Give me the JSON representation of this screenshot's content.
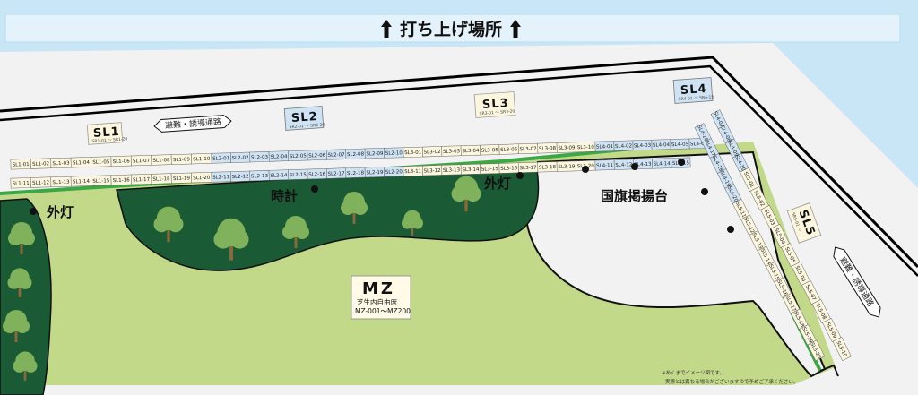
{
  "banner": {
    "text": "打ち上げ場所"
  },
  "places": {
    "clock": "時計",
    "light_left": "外灯",
    "light_center": "外灯",
    "flag_stand": "国旗掲揚台"
  },
  "mz": {
    "title": "MZ",
    "sub": "芝生内自由席",
    "range": "MZ-001～MZ200"
  },
  "sections": {
    "sl1": {
      "title": "SL1",
      "range": "SR1-01 ～ SR1-20"
    },
    "sl2": {
      "title": "SL2",
      "range": "SR2-01 ～ SR2-20"
    },
    "sl3": {
      "title": "SL3",
      "range": "SR3-01 ～ SR3-20"
    },
    "sl4": {
      "title": "SL4",
      "range": "SR4-01 ～ SR4-15"
    },
    "sl5": {
      "title": "SL5",
      "range": "SR5-01 ～"
    }
  },
  "paths": {
    "top": "避難・誘導通路",
    "right": "避難・誘導通路"
  },
  "notes": {
    "line1": "※あくまでイメージ図です。",
    "line2": "実際とは異なる場合がございますので予めご了承ください。"
  },
  "seats": {
    "sl1_row1": [
      "SL1-01",
      "SL1-02",
      "SL1-03",
      "SL1-04",
      "SL1-05",
      "SL1-06",
      "SL1-07",
      "SL1-08",
      "SL1-09",
      "SL1-10"
    ],
    "sl1_row2": [
      "SL1-11",
      "SL1-12",
      "SL1-13",
      "SL1-14",
      "SL1-15",
      "SL1-16",
      "SL1-17",
      "SL1-18",
      "SL1-19",
      "SL1-20"
    ],
    "sl2_row1": [
      "SL2-01",
      "SL2-02",
      "SL2-03",
      "SL2-04",
      "SL2-05",
      "SL2-06",
      "SL2-07",
      "SL2-08",
      "SL2-09",
      "SL2-10"
    ],
    "sl2_row2": [
      "SL2-11",
      "SL2-12",
      "SL2-13",
      "SL2-14",
      "SL2-15",
      "SL2-16",
      "SL2-17",
      "SL2-18",
      "SL2-19",
      "SL2-20"
    ],
    "sl3_row1": [
      "SL3-01",
      "SL3-02",
      "SL3-03",
      "SL3-04",
      "SL3-05",
      "SL3-06",
      "SL3-07",
      "SL3-08",
      "SL3-09",
      "SL3-10"
    ],
    "sl3_row2": [
      "SL3-11",
      "SL3-12",
      "SL3-13",
      "SL3-14",
      "SL3-15",
      "SL3-16",
      "SL3-17",
      "SL3-18",
      "SL3-19",
      "SL3-20"
    ],
    "sl4_row1": [
      "SL4-01",
      "SL4-02",
      "SL4-03",
      "SL4-04",
      "SL4-05",
      "SL4-06"
    ],
    "sl4_row2": [
      "SL4-11",
      "SL4-12",
      "SL4-13",
      "SL4-14",
      "SL4-15"
    ],
    "sl4_diag1": [
      "SL4-07",
      "SL4-08",
      "SL4-09",
      "SL4-10"
    ],
    "sl4_diag2": [
      "SL4-16",
      "SL4-17",
      "SL4-18",
      "SL4-19",
      "SL4-20"
    ],
    "sl5_diag1": [
      "SL5-01",
      "SL5-02",
      "SL5-03",
      "SL5-04",
      "SL5-05",
      "SL5-06",
      "SL5-07",
      "SL5-08",
      "SL5-09",
      "SL5-10"
    ],
    "sl5_diag2": [
      "SL5-11",
      "SL5-12",
      "SL5-13",
      "SL5-14",
      "SL5-15",
      "SL5-16",
      "SL5-17",
      "SL5-18",
      "SL5-19",
      "SL5-20"
    ]
  },
  "colors": {
    "water": "#c9e6f7",
    "banner": "#e3f2fb",
    "ground": "#f2f2f2",
    "lawn": "#c2d98a",
    "forest": "#1a5b36",
    "tree": "#7fb25a",
    "trunk": "#8a6a3a",
    "green_line": "#3aa845",
    "seat_cream": "#fbf6dd",
    "seat_blue": "#cfe3f4"
  }
}
